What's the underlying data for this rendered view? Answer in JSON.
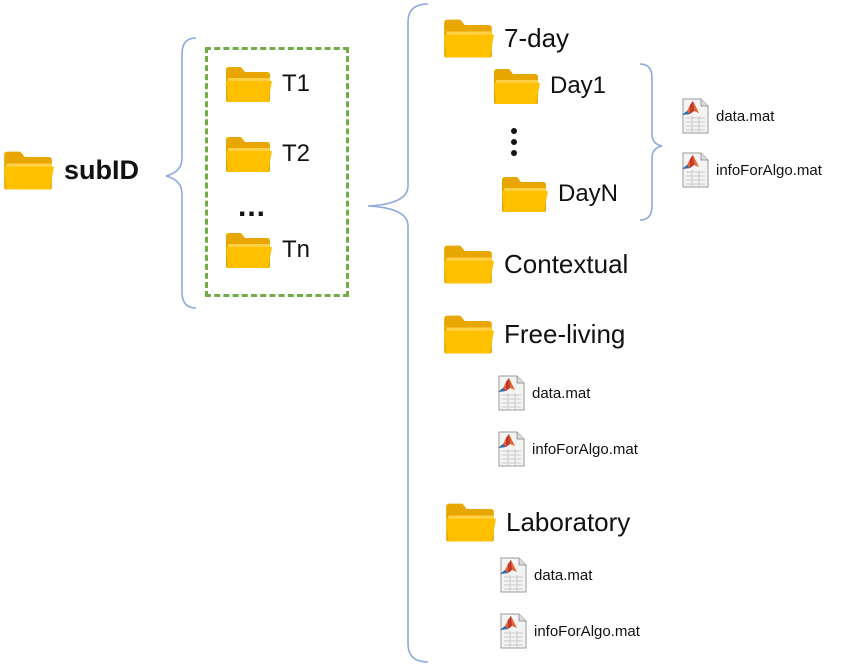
{
  "root": {
    "label": "subID",
    "icon": "folder-icon"
  },
  "trials": {
    "items": [
      "T1",
      "T2",
      "Tn"
    ],
    "ellipsis": "...",
    "box_color": "#70ad47"
  },
  "sub": {
    "seven_day": {
      "label": "7-day",
      "days": [
        "Day1",
        "DayN"
      ],
      "files": [
        "data.mat",
        "infoForAlgo.mat"
      ]
    },
    "contextual": {
      "label": "Contextual"
    },
    "free_living": {
      "label": "Free-living",
      "files": [
        "data.mat",
        "infoForAlgo.mat"
      ]
    },
    "laboratory": {
      "label": "Laboratory",
      "files": [
        "data.mat",
        "infoForAlgo.mat"
      ]
    }
  },
  "colors": {
    "folder_body": "#ffc000",
    "folder_tab": "#f2b705",
    "folder_front": "#ffd34d",
    "brace": "#8ea9db",
    "file_page": "#ffffff",
    "matlab_orange": "#e16737",
    "matlab_blue": "#2b6cb0"
  }
}
